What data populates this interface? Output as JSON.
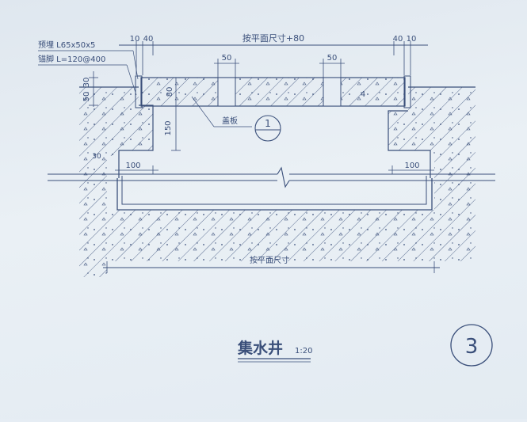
{
  "drawing": {
    "title": "集水井",
    "scale": "1:20",
    "detail_number": "3",
    "labels": {
      "angle_steel": "预埋 L65x50x5",
      "anchor": "锚脚 L=120@400",
      "cover_plate": "盖板",
      "section_mark": "1",
      "hatch_number": "4"
    },
    "dimensions": {
      "top_overall": "按平面尺寸+80",
      "bottom_overall": "按平面尺寸",
      "left_offsets": [
        "10",
        "40"
      ],
      "right_offsets": [
        "40",
        "10"
      ],
      "slot_left": "50",
      "slot_right": "50",
      "vertical_left": [
        "50",
        "30"
      ],
      "cover_thickness": "80",
      "ledge_depth": "150",
      "wall_left": "100",
      "wall_right": "100",
      "small_mark": "30"
    }
  },
  "colors": {
    "paper": "#e6edf4",
    "ink": "#3a4f7a"
  }
}
